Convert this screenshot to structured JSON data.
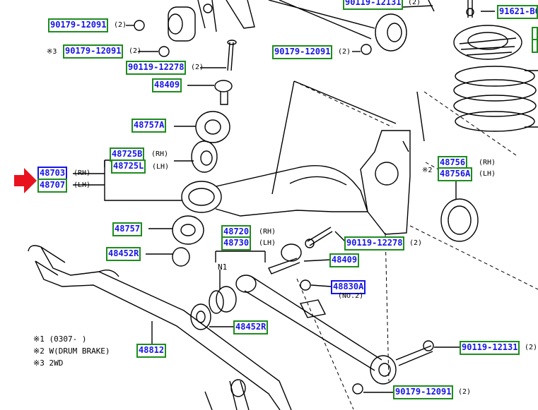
{
  "callouts": {
    "c1": {
      "code": "90179-12091",
      "qty": "(2)"
    },
    "c2": {
      "prefix": "※3",
      "code": "90179-12091",
      "qty": "(2)"
    },
    "c3": {
      "code": "90119-12278",
      "qty": "(2)"
    },
    "c4": {
      "code": "48409"
    },
    "c5": {
      "code": "48757A"
    },
    "c6": {
      "code": "48725B",
      "side": "(RH)"
    },
    "c7": {
      "code": "48725L",
      "side": "(LH)"
    },
    "c8": {
      "code": "48703",
      "side": "(RH)"
    },
    "c9": {
      "code": "48707",
      "side": "(LH)"
    },
    "c10": {
      "code": "48757"
    },
    "c11": {
      "code": "48452R"
    },
    "c12": {
      "code": "90119-12131",
      "qty": "(2)"
    },
    "c13": {
      "code": "90179-12091",
      "qty": "(2)"
    },
    "c14": {
      "code": "91621-B0"
    },
    "c15": {
      "code": "48756",
      "side": "(RH)"
    },
    "c16": {
      "prefix": "※2",
      "code": "48756A",
      "side": "(LH)"
    },
    "c17": {
      "code": "48720",
      "side": "(RH)"
    },
    "c18": {
      "code": "48730",
      "side": "(LH)"
    },
    "c19": {
      "code": "90119-12278",
      "qty": "(2)"
    },
    "c20": {
      "code": "48409"
    },
    "c21": {
      "code": "48830A",
      "sub": "(NO.2)"
    },
    "c22": {
      "code": "48452R"
    },
    "c23": {
      "code": "48812"
    },
    "c24": {
      "code": "90119-12131",
      "qty": "(2)"
    },
    "c25": {
      "code": "90179-12091",
      "qty": "(2)"
    }
  },
  "labels": {
    "n1": "N1"
  },
  "notes": [
    "※1 (0307-    )",
    "※2 W(DRUM BRAKE)",
    "※3 2WD"
  ],
  "colors": {
    "tag_border": "#1e8c1e",
    "tag_text": "#1515e6",
    "selected_border": "#1515e6",
    "arrow": "#e8131f",
    "ink": "#000000"
  },
  "icons": [
    "pointer-arrow-icon"
  ]
}
